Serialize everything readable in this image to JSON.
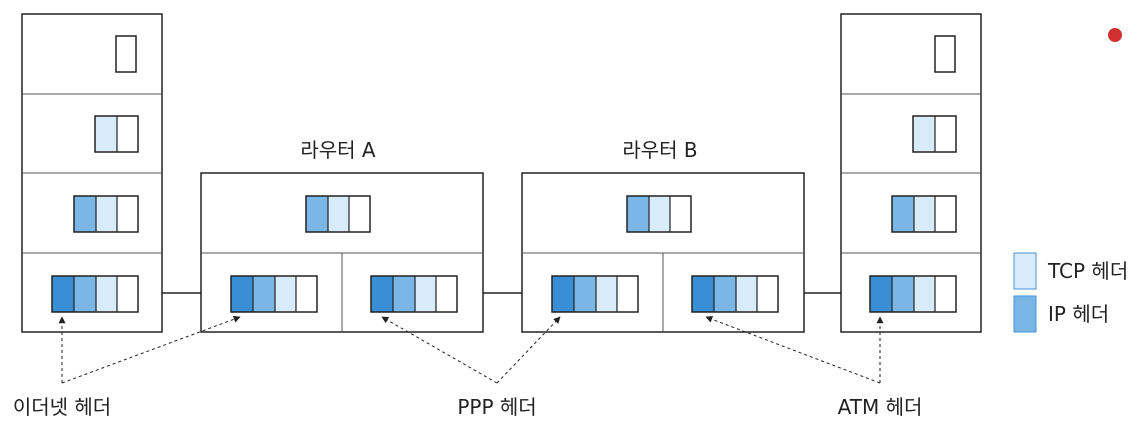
{
  "routers": [
    {
      "title": "라우터 A"
    },
    {
      "title": "라우터 B"
    }
  ],
  "hosts": [
    {
      "layers": 4
    },
    {
      "layers": 4
    }
  ],
  "legend": {
    "tcp_label": "TCP 헤더",
    "ip_label": "IP 헤더"
  },
  "annotations": {
    "ethernet": "이더넷 헤더",
    "ppp": "PPP 헤더",
    "atm": "ATM 헤더"
  },
  "colors": {
    "link_header": "#3a8fd4",
    "ip_header": "#7ab7e6",
    "tcp_header": "#d8ebf8",
    "data": "#ffffff",
    "outline": "#222222",
    "marker": "#d03030"
  }
}
